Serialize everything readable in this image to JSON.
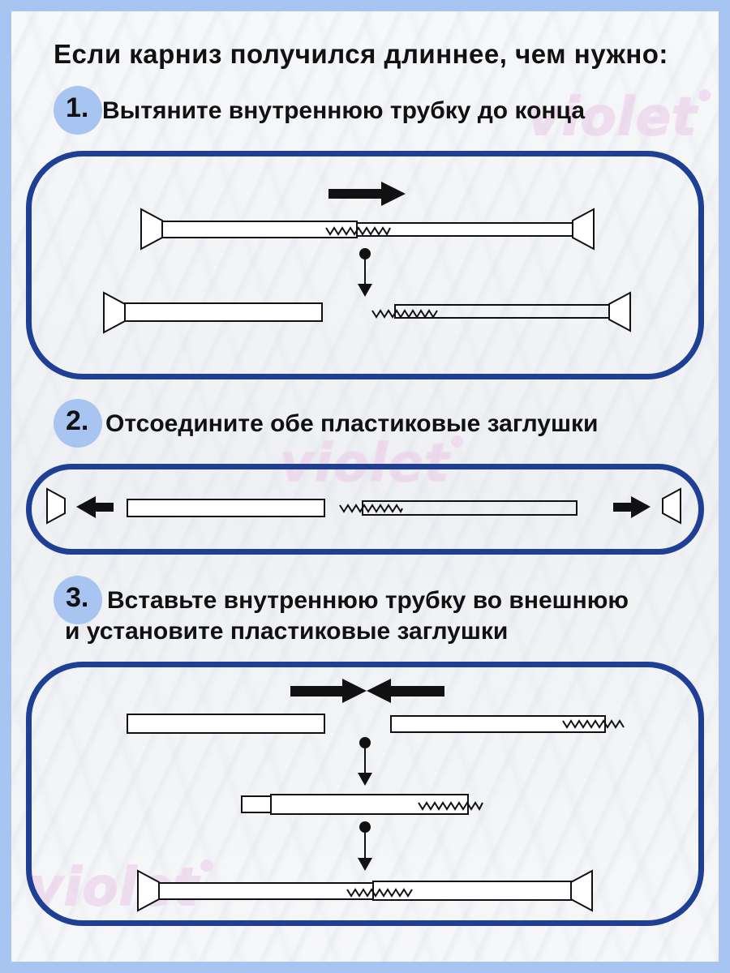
{
  "heading": "Если карниз получился длиннее, чем нужно:",
  "watermark": {
    "text": "violet",
    "mark": "®"
  },
  "steps": [
    {
      "number": "1.",
      "text": "Вытяните внутреннюю трубку до конца"
    },
    {
      "number": "2.",
      "text": "Отсоедините обе пластиковые заглушки"
    },
    {
      "number": "3.",
      "text_line1": "Вставьте внутреннюю трубку во внешнюю",
      "text_line2": "и установите пластиковые заглушки"
    }
  ],
  "colors": {
    "page_border": "#a8c4f0",
    "step_circle": "#a8c4f0",
    "frame_border": "#1f3f94",
    "ink": "#111111"
  },
  "icons": [
    "arrow-right-icon",
    "arrow-left-icon",
    "arrow-down-icon",
    "spring-icon",
    "end-cap-icon"
  ]
}
